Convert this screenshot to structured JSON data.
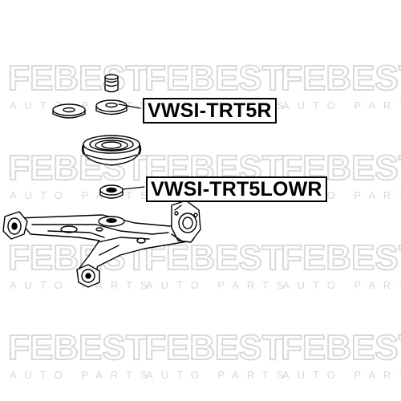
{
  "watermark": {
    "brand": "FEBEST",
    "tagline": "AUTO PARTS",
    "color": "#d9d9d9"
  },
  "callouts": [
    {
      "label": "VWSI-TRT5R"
    },
    {
      "label": "VWSI-TRT5LOWR"
    }
  ],
  "colors": {
    "line": "#000000",
    "background": "#ffffff"
  }
}
